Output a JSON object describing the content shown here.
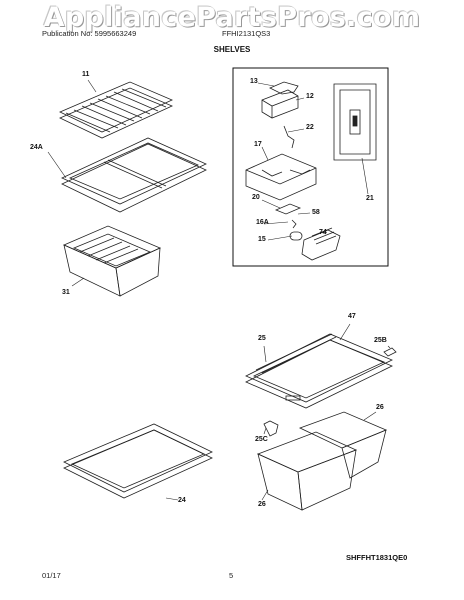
{
  "watermark": "AppliancePartsPros.com",
  "header": {
    "publication": "Publication No: 5995663249",
    "model": "FFHI2131QS3"
  },
  "title": "SHELVES",
  "callouts": {
    "c11": "11",
    "c24a": "24A",
    "c31": "31",
    "c13": "13",
    "c12": "12",
    "c22": "22",
    "c17": "17",
    "c20": "20",
    "c58": "58",
    "c16a": "16A",
    "c74": "74",
    "c15": "15",
    "c21": "21",
    "c47": "47",
    "c25": "25",
    "c25b": "25B",
    "c26a": "26",
    "c25c": "25C",
    "c26b": "26",
    "c24": "24"
  },
  "drawing_code": "SHFFHT1831QE0",
  "footer": {
    "date": "01/17",
    "page": "5"
  }
}
